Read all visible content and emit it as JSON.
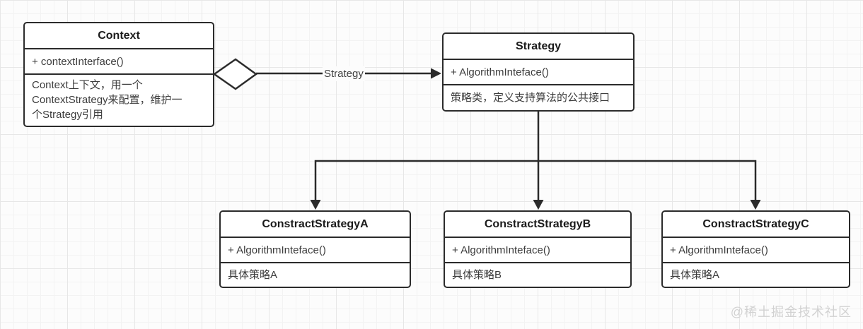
{
  "classes": {
    "context": {
      "title": "Context",
      "method": "+ contextInterface()",
      "description": "Context上下文，用一个\nContextStrategy来配置，维护一\n个Strategy引用"
    },
    "strategy": {
      "title": "Strategy",
      "method": "+ AlgorithmInteface()",
      "description": "策略类，定义支持算法的公共接口"
    },
    "strategyA": {
      "title": "ConstractStrategyA",
      "method": "+ AlgorithmInteface()",
      "description": "具体策略A"
    },
    "strategyB": {
      "title": "ConstractStrategyB",
      "method": "+ AlgorithmInteface()",
      "description": "具体策略B"
    },
    "strategyC": {
      "title": "ConstractStrategyC",
      "method": "+ AlgorithmInteface()",
      "description": "具体策略A"
    }
  },
  "edges": {
    "aggregation_label": "Strategy"
  },
  "watermark": "@稀土掘金技术社区",
  "colors": {
    "line": "#2b2b2b",
    "box_border": "#2b2b2b",
    "box_fill": "#ffffff",
    "background": "#fcfcfc",
    "grid_minor": "#f3f3f3",
    "grid_major": "#e7e7e7",
    "watermark": "#d2d2d2"
  }
}
